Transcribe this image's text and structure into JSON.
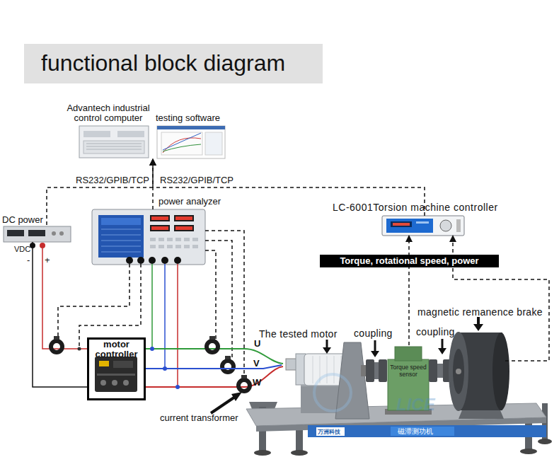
{
  "diagram": {
    "title": "functional block diagram",
    "nodes": [
      {
        "text": [
          "Advantech industrial control computer"
        ]
      },
      {
        "text": [
          "testing software"
        ]
      },
      {
        "text": [
          "DC power"
        ]
      },
      {
        "text": [
          "power analyzer"
        ]
      },
      {
        "text": [
          "LC-6001Torsion machine controller"
        ]
      },
      {
        "text": [
          "Torque, rotational speed, power"
        ]
      },
      {
        "text": [
          "motor controller"
        ]
      },
      {
        "text": [
          "The tested motor"
        ]
      },
      {
        "text": [
          "Torque speed sensor"
        ]
      },
      {
        "text": [
          "magnetic remanence brake"
        ]
      }
    ],
    "edges": [
      {
        "from": 2,
        "to": 0,
        "arrow": "to",
        "label": "RS232/GPIB/TCP"
      },
      {
        "from": 3,
        "to": 0,
        "arrow": "to"
      },
      {
        "from": 4,
        "to": 0,
        "arrow": "to",
        "label": "RS232/GPIB/TCP"
      },
      {
        "from": 8,
        "to": 4,
        "arrow": "to"
      },
      {
        "from": 9,
        "to": 4,
        "arrow": "to"
      },
      {
        "from": 2,
        "to": 6,
        "arrow": "none"
      },
      {
        "from": 6,
        "to": 7,
        "arrow": "none"
      }
    ],
    "labels": [
      "VDC",
      "-",
      "+",
      "coupling",
      "coupling",
      "U",
      "V",
      "W",
      "current transformer",
      "LICE",
      "万洲科技",
      "磁滞测功机"
    ]
  }
}
